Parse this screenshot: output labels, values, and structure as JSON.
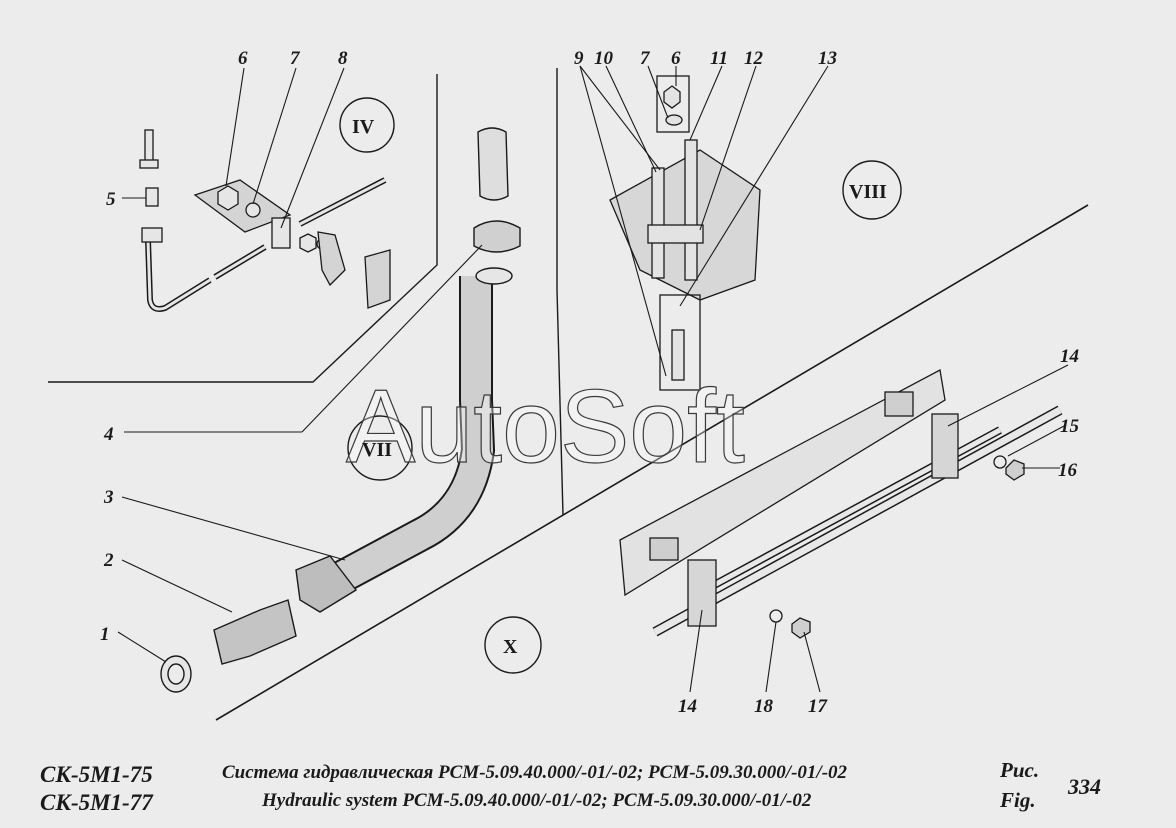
{
  "watermark": "AutoSoft",
  "zones": [
    "IV",
    "VIII",
    "VII",
    "X"
  ],
  "callouts": [
    "6",
    "7",
    "8",
    "5",
    "9",
    "10",
    "7",
    "6",
    "11",
    "12",
    "13",
    "4",
    "3",
    "2",
    "1",
    "14",
    "15",
    "16",
    "14",
    "18",
    "17"
  ],
  "caption": {
    "model_1": "СК-5М1-75",
    "model_2": "СК-5М1-77",
    "title_ru": "Система гидравлическая РСМ-5.09.40.000/-01/-02; РСМ-5.09.30.000/-01/-02",
    "title_en": "Hydraulic system РСМ-5.09.40.000/-01/-02; РСМ-5.09.30.000/-01/-02",
    "fig_ru": "Рис.",
    "fig_en": "Fig.",
    "fig_number": "334"
  },
  "colors": {
    "paper": "#ececec",
    "ink": "#1a1a1a",
    "shade": "#c9c9c9"
  }
}
